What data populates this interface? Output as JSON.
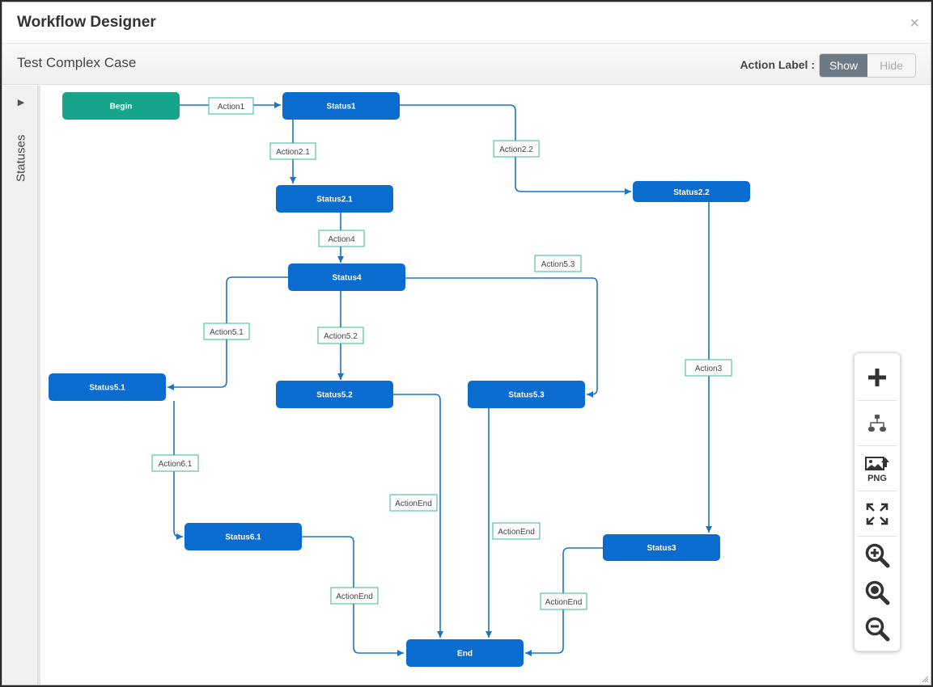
{
  "modal": {
    "title": "Workflow Designer",
    "close_glyph": "×"
  },
  "subheader": {
    "workflow_name": "Test Complex Case",
    "action_label": "Action Label :",
    "toggle": {
      "show": "Show",
      "hide": "Hide",
      "selected": "Show"
    }
  },
  "sidebar": {
    "toggle_glyph": "▶",
    "label": "Statuses"
  },
  "workflow": {
    "colors": {
      "status": "#0a6ccf",
      "begin": "#16a58c",
      "edge": "#1a73c7",
      "label_border": "#38b49b"
    },
    "nodes": {
      "begin": "Begin",
      "status1": "Status1",
      "status2_1": "Status2.1",
      "status2_2": "Status2.2",
      "status4": "Status4",
      "status5_1": "Status5.1",
      "status5_2": "Status5.2",
      "status5_3": "Status5.3",
      "status6_1": "Status6.1",
      "status3": "Status3",
      "end": "End"
    },
    "actions": {
      "action1": "Action1",
      "action2_1": "Action2.1",
      "action2_2": "Action2.2",
      "action4": "Action4",
      "action5_1": "Action5.1",
      "action5_2": "Action5.2",
      "action5_3": "Action5.3",
      "action3": "Action3",
      "action6_1": "Action6.1",
      "actionend_5_2": "ActionEnd",
      "actionend_5_3": "ActionEnd",
      "actionend_6_1": "ActionEnd",
      "actionend_3": "ActionEnd"
    }
  },
  "toolbar": {
    "icons": [
      "add-icon",
      "auto-layout-icon",
      "export-png-icon",
      "fit-to-screen-icon",
      "zoom-in-icon",
      "zoom-reset-icon",
      "zoom-out-icon"
    ],
    "png_text": "PNG"
  }
}
